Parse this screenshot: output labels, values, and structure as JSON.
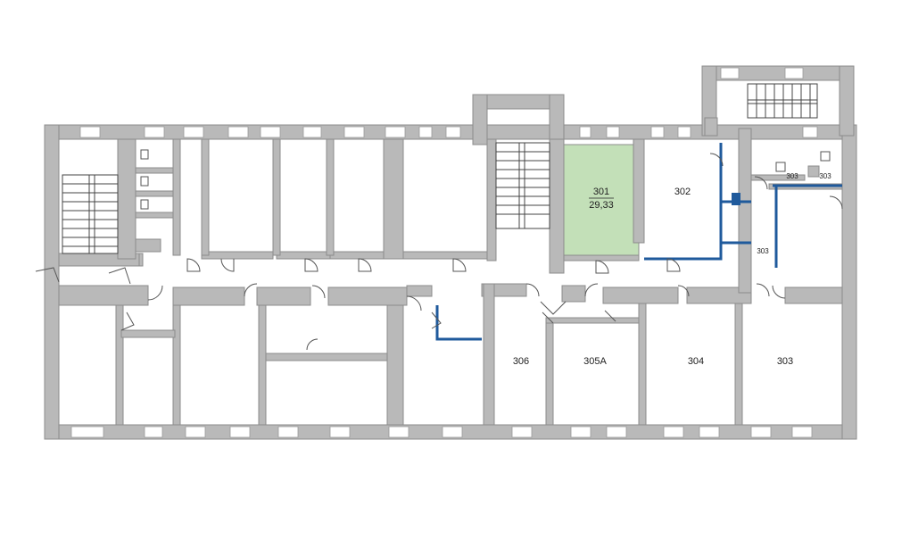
{
  "colors": {
    "wall": "#b9b9b9",
    "highlight_room": "#c3e0b8",
    "new_partition": "#1f5a9c"
  },
  "rooms": {
    "r301": {
      "number": "301",
      "area": "29,33"
    },
    "r302": {
      "number": "302"
    },
    "r303_a": {
      "number": "303"
    },
    "r303_b": {
      "number": "303"
    },
    "r303_c": {
      "number": "303"
    },
    "r303_d": {
      "number": "303"
    },
    "r304": {
      "number": "304"
    },
    "r305a": {
      "number": "305А"
    },
    "r306": {
      "number": "306"
    }
  }
}
